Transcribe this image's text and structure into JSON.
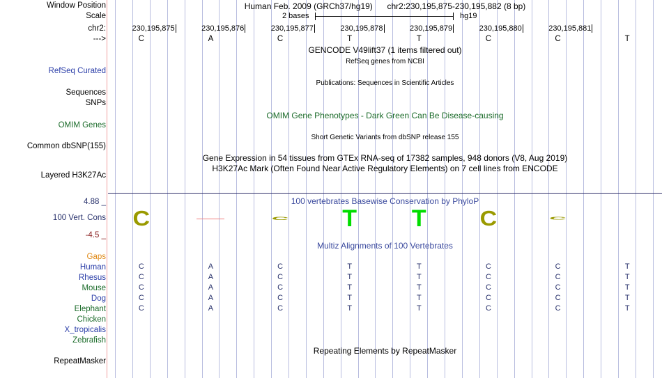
{
  "header": {
    "assembly_title": "Human Feb. 2009 (GRCh37/hg19)",
    "position": "chr2:230,195,875-230,195,882 (8 bp)",
    "scale_label": "2 bases",
    "db_label": "hg19"
  },
  "left_labels": [
    {
      "text": "Window Position",
      "color": "black"
    },
    {
      "text": "Scale",
      "color": "black"
    },
    {
      "text": "chr2:",
      "color": "black"
    },
    {
      "text": "--->",
      "color": "black"
    },
    {
      "text": "RefSeq Curated",
      "color": "blue"
    },
    {
      "text": "Sequences",
      "color": "black"
    },
    {
      "text": "SNPs",
      "color": "black"
    },
    {
      "text": "OMIM Genes",
      "color": "green"
    },
    {
      "text": "Common dbSNP(155)",
      "color": "black"
    },
    {
      "text": "Layered H3K27Ac",
      "color": "black"
    },
    {
      "text": "100 Vert. Cons",
      "color": "navy"
    },
    {
      "text": "RepeatMasker",
      "color": "black"
    }
  ],
  "scale_axis": {
    "max_label": "4.88 _",
    "min_label": "-4.5 _"
  },
  "track_titles": [
    {
      "text": "GENCODE V49lift37 (1 items filtered out)",
      "color": "black",
      "size": "normal"
    },
    {
      "text": "RefSeq genes from NCBI",
      "color": "black",
      "size": "small"
    },
    {
      "text": "Publications: Sequences in Scientific Articles",
      "color": "black",
      "size": "small"
    },
    {
      "text": "OMIM Gene Phenotypes - Dark Green Can Be Disease-causing",
      "color": "green",
      "size": "normal"
    },
    {
      "text": "Short Genetic Variants from dbSNP release 155",
      "color": "black",
      "size": "small"
    },
    {
      "text": "Gene Expression in 54 tissues from GTEx RNA-seq of 17382 samples, 948 donors (V8, Aug 2019)",
      "color": "black",
      "size": "normal"
    },
    {
      "text": "H3K27Ac Mark (Often Found Near Active Regulatory Elements) on 7 cell lines from ENCODE",
      "color": "black",
      "size": "normal"
    },
    {
      "text": "100 vertebrates Basewise Conservation by PhyloP",
      "color": "navy",
      "size": "normal"
    },
    {
      "text": "Multiz Alignments of 100 Vertebrates",
      "color": "navy",
      "size": "normal"
    },
    {
      "text": "Repeating Elements by RepeatMasker",
      "color": "black",
      "size": "normal"
    }
  ],
  "ruler": {
    "positions": [
      "230,195,875",
      "230,195,876",
      "230,195,877",
      "230,195,878",
      "230,195,879",
      "230,195,880",
      "230,195,881"
    ],
    "bases": [
      "C",
      "A",
      "C",
      "T",
      "T",
      "C",
      "C",
      "T"
    ]
  },
  "conservation": {
    "glyphs": [
      {
        "base": "C",
        "score": 0.9
      },
      {
        "base": "-",
        "score": 0.0
      },
      {
        "base": "C",
        "score": 0.2
      },
      {
        "base": "T",
        "score": 1.0
      },
      {
        "base": "T",
        "score": 1.0
      },
      {
        "base": "C",
        "score": 0.9
      },
      {
        "base": "C",
        "score": 0.15
      }
    ]
  },
  "alignment": {
    "gaps_label": "Gaps",
    "species": [
      {
        "name": "Human",
        "color": "navy",
        "bases": [
          "C",
          "A",
          "C",
          "T",
          "T",
          "C",
          "C",
          "T"
        ]
      },
      {
        "name": "Rhesus",
        "color": "navy",
        "bases": [
          "C",
          "A",
          "C",
          "T",
          "T",
          "C",
          "C",
          "T"
        ]
      },
      {
        "name": "Mouse",
        "color": "green",
        "bases": [
          "C",
          "A",
          "C",
          "T",
          "T",
          "C",
          "C",
          "T"
        ]
      },
      {
        "name": "Dog",
        "color": "navy",
        "bases": [
          "C",
          "A",
          "C",
          "T",
          "T",
          "C",
          "C",
          "T"
        ]
      },
      {
        "name": "Elephant",
        "color": "green",
        "bases": [
          "C",
          "A",
          "C",
          "T",
          "T",
          "C",
          "C",
          "T"
        ]
      },
      {
        "name": "Chicken",
        "color": "green",
        "bases": [
          "",
          "",
          "",
          "",
          "",
          "",
          "",
          ""
        ]
      },
      {
        "name": "X_tropicalis",
        "color": "navy",
        "bases": [
          "",
          "",
          "",
          "",
          "",
          "",
          "",
          ""
        ]
      },
      {
        "name": "Zebrafish",
        "color": "green",
        "bases": [
          "",
          "",
          "",
          "",
          "",
          "",
          "",
          ""
        ]
      }
    ]
  },
  "colors": {
    "gridline": "#b8bddf",
    "redline": "#f0a0a0",
    "navy_text": "#3b4a9e",
    "green_text": "#1b6b2a",
    "cons_c": "#9a9a00",
    "cons_t": "#00dd00",
    "axis_max": "#27306b",
    "axis_min": "#8a2020"
  }
}
